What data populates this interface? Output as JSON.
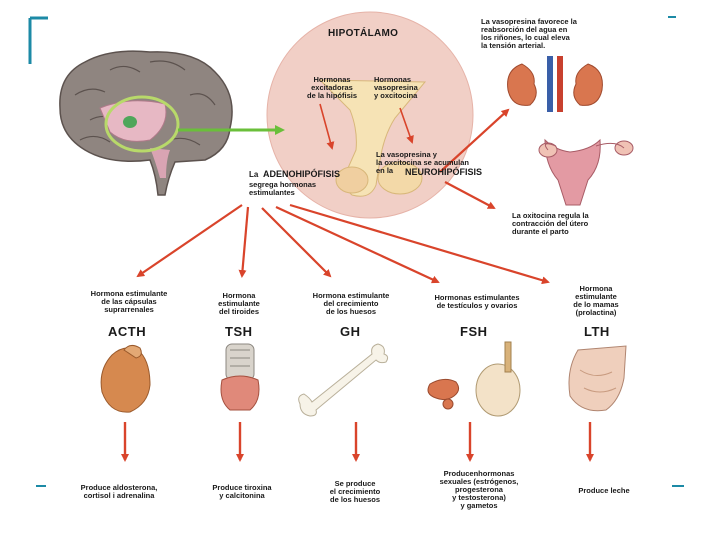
{
  "colors": {
    "arrow": "#d9442b",
    "green_arrow": "#6abf3a",
    "frame": "#1c8aa6",
    "circle": "#f0c9c0",
    "brain": "#8a7f7a"
  },
  "hypothalamus": {
    "title": "HIPOTÁLAMO",
    "left_hormones": "Hormonas\nexcitadoras\nde la hipófisis",
    "right_hormones": "Hormonas\nvasopresina\ny oxcitocina",
    "accumulate": "La vasopresina y\nla oxcitocina se acumulan\nen la",
    "neuro": "NEUROHIPÓFISIS",
    "adeno_prefix": "La",
    "adeno": "ADENOHIPÓFISIS",
    "adeno_suffix": "segrega hormonas\nestimulantes"
  },
  "neuro_effects": {
    "vasopressin": "La vasopresina favorece la\nreabsorción del agua en\nlos riñones, lo cual eleva\nla tensión arterial.",
    "oxytocin": "La oxitocina regula la\ncontracción del útero\ndurante el parto"
  },
  "hormones": [
    {
      "desc": "Hormona estimulante\nde las cápsulas\nsuprarrenales",
      "code": "ACTH",
      "icon": "adrenal-gland-icon",
      "effect": "Produce aldosterona,\ncortisol i adrenalina"
    },
    {
      "desc": "Hormona\nestimulante\ndel tiroides",
      "code": "TSH",
      "icon": "thyroid-icon",
      "effect": "Produce tiroxina\ny calcitonina"
    },
    {
      "desc": "Hormona estimulante\ndel crecimiento\nde los huesos",
      "code": "GH",
      "icon": "bone-icon",
      "effect": "Se produce\nel crecimiento\nde los huesos"
    },
    {
      "desc": "Hormonas estimulantes\nde testículos y ovarios",
      "code": "FSH",
      "icon": "gonads-icon",
      "effect": "Producenhormonas\nsexuales (estrógenos,\nprogesterona\ny testosterona)\ny gametos"
    },
    {
      "desc": "Hormona\nestimulante\nde lo mamas\n(prolactina)",
      "code": "LTH",
      "icon": "breast-icon",
      "effect": "Produce leche"
    }
  ]
}
